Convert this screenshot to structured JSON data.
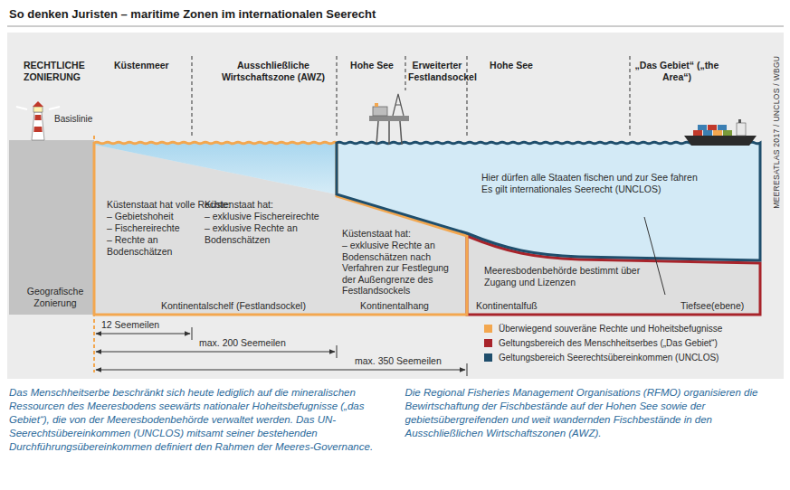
{
  "diagram": {
    "title": "So denken Juristen – maritime Zonen im internationalen Seerecht",
    "caption": "Das Menschheitserbe beschränkt sich heute lediglich auf die mineralischen Ressourcen des Meeresbodens seewärts nationaler Hoheitsbefugnisse („das Gebiet“), die von der Meeresbodenbehörde verwaltet werden. Das UN-Seerechtsübereinkommen (UNCLOS) mitsamt seiner bestehenden Durchführungsübereinkommen definiert den Rahmen der Meeres-Governance. Die Regional Fisheries Management Organisations (RFMO) organisieren die Bewirtschaftung der Fischbestände auf der Hohen See sowie der gebietsübergreifenden und weit wandernden Fischbestände in den Ausschließlichen Wirtschaftszonen (AWZ).",
    "labels": [
      "RECHTLICHE ZONIERUNG",
      "Küstenmeer",
      "Ausschließliche Wirtschaftszone (AWZ)",
      "Hohe See",
      "Erweiterter Festlandsockel",
      "Hohe See",
      "„Das Gebiet“ („the Area“)",
      "Basislinie",
      "Küstenstaat hat volle Rechte:",
      "– Gebietshoheit",
      "– Fischereirechte",
      "– Rechte an Bodenschätzen",
      "Küstenstaat hat:",
      "– exklusive Fischereirechte",
      "– exklusive Rechte an Bodenschätzen",
      "Küstenstaat hat:",
      "– exklusive Rechte an Bodenschätzen nach Verfahren zur Festlegung der Außengrenze des Festlandsockels",
      "Hier dürfen alle Staaten fischen und zur See fahren",
      "Es gilt internationales Seerecht (UNCLOS)",
      "Meeresbodenbehörde bestimmt über Zugang und Lizenzen",
      "Geografische Zonierung",
      "Kontinentalschelf (Festlandsockel)",
      "Kontinentalhang",
      "Kontinentalfuß",
      "Tiefsee(ebene)",
      "12 Seemeilen",
      "max. 200 Seemeilen",
      "max. 350 Seemeilen",
      "MEERESATLAS 2017 / UNCLOS / WBGU"
    ],
    "legend": [
      {
        "text": "Überwiegend souveräne Rechte und Hoheitsbefugnisse",
        "color": "#f3a74f"
      },
      {
        "text": "Geltungsbereich des Menschheitserbes („Das Gebiet“)",
        "color": "#a8232a"
      },
      {
        "text": "Geltungsbereich Seerechtsübereinkommen (UNCLOS)",
        "color": "#1f4e6c"
      }
    ]
  }
}
